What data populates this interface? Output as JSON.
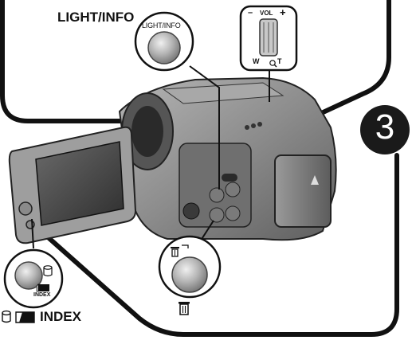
{
  "labels": {
    "light_info_heading": "LIGHT/INFO",
    "light_info_button": "LIGHT/INFO",
    "vol_minus": "–",
    "vol_word": "VOL",
    "vol_plus": "+",
    "zoom_w": "W",
    "zoom_t": "T",
    "index_small": "INDEX",
    "index_footer": "INDEX"
  },
  "step": {
    "number": "3"
  },
  "colors": {
    "background": "#ffffff",
    "line": "#111111",
    "camera_body": "#8a8a8a",
    "button_gray": "#a0a0a0",
    "step_badge": "#1a1a1a",
    "step_text": "#ffffff"
  },
  "icons": {
    "database": "database-icon",
    "card": "card-icon",
    "trash": "trash-icon",
    "magnifier": "magnifier-icon"
  }
}
